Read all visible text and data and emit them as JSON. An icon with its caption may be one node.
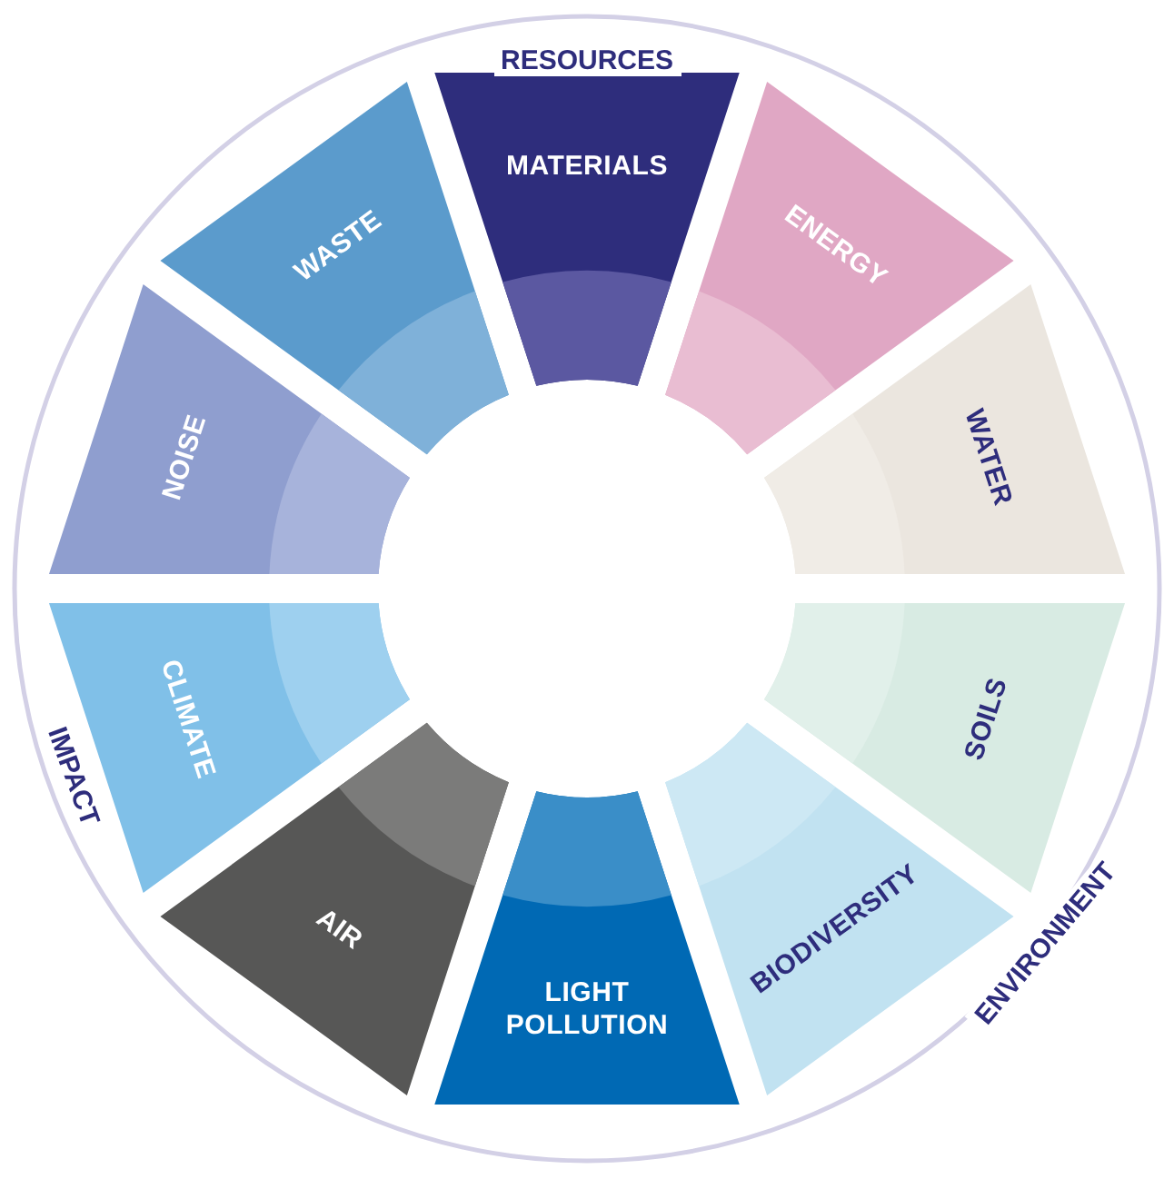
{
  "diagram": {
    "nodes": [
      {
        "text": [
          "MATERIALS"
        ]
      },
      {
        "text": [
          "ENERGY"
        ]
      },
      {
        "text": [
          "WATER"
        ]
      },
      {
        "text": [
          "SOILS"
        ]
      },
      {
        "text": [
          "BIODIVERSITY"
        ]
      },
      {
        "text": [
          "LIGHT POLLUTION"
        ]
      },
      {
        "text": [
          "AIR"
        ]
      },
      {
        "text": [
          "CLIMATE"
        ]
      },
      {
        "text": [
          "NOISE"
        ]
      },
      {
        "text": [
          "WASTE"
        ]
      }
    ],
    "edges": [],
    "labels": [
      "RESOURCES",
      "IMPACT",
      "ENVIRONMENT"
    ]
  }
}
